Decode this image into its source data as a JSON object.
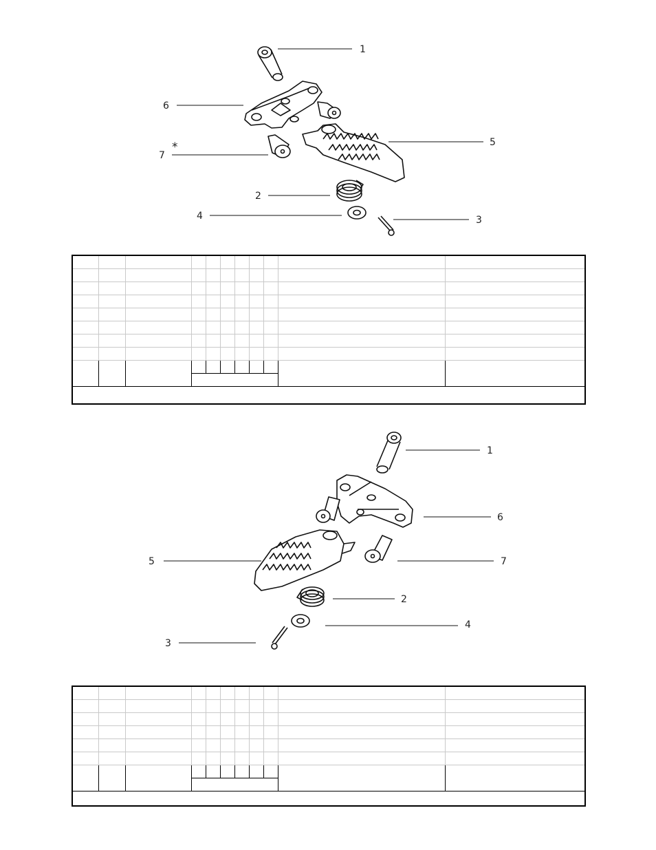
{
  "top_diagram": {
    "callouts": [
      "1",
      "6",
      "5",
      "7",
      "2",
      "4",
      "3"
    ],
    "star": "*"
  },
  "bottom_diagram": {
    "callouts": [
      "1",
      "6",
      "5",
      "7",
      "2",
      "4",
      "3"
    ]
  }
}
